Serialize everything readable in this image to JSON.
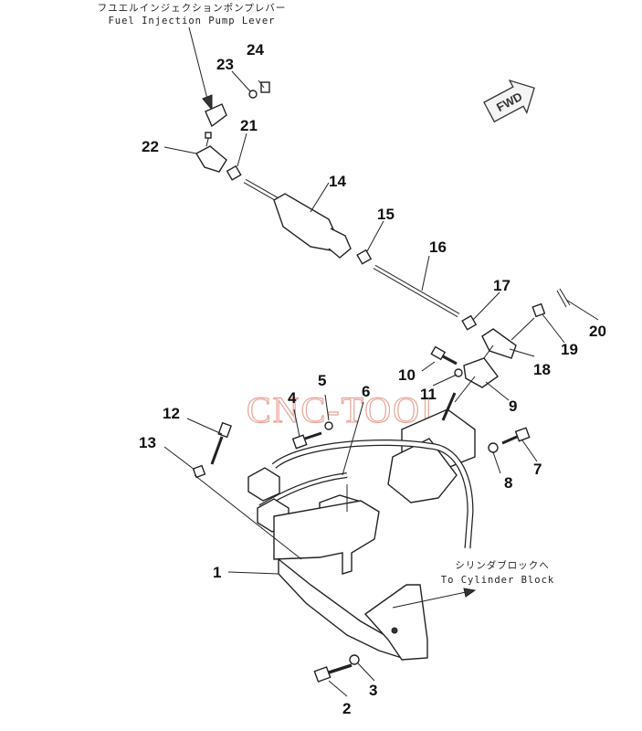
{
  "notes": {
    "top_jp": "フユエルインジェクションポンプレバー",
    "top_en": "Fuel Injection Pump Lever",
    "bottom_jp": "シリンダブロックへ",
    "bottom_en": "To Cylinder Block"
  },
  "fwd_label": "FWD",
  "watermark": "CNC-TOOL",
  "callouts": {
    "n1": "1",
    "n2": "2",
    "n3": "3",
    "n4": "4",
    "n5": "5",
    "n6": "6",
    "n7": "7",
    "n8": "8",
    "n9": "9",
    "n10": "10",
    "n11": "11",
    "n12": "12",
    "n13": "13",
    "n14": "14",
    "n15": "15",
    "n16": "16",
    "n17": "17",
    "n18": "18",
    "n19": "19",
    "n20": "20",
    "n21": "21",
    "n22": "22",
    "n23": "23",
    "n24": "24"
  }
}
